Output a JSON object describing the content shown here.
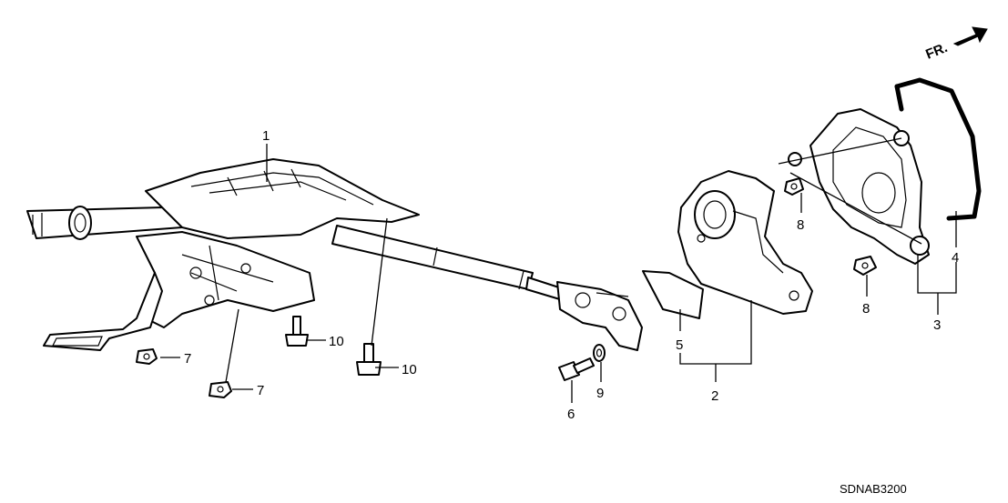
{
  "diagram": {
    "direction_label": "FR.",
    "drawing_code": "SDNAB3200",
    "callouts": [
      {
        "id": "c1",
        "label": "1"
      },
      {
        "id": "c2",
        "label": "2"
      },
      {
        "id": "c3",
        "label": "3"
      },
      {
        "id": "c4",
        "label": "4"
      },
      {
        "id": "c5",
        "label": "5"
      },
      {
        "id": "c6",
        "label": "6"
      },
      {
        "id": "c7a",
        "label": "7"
      },
      {
        "id": "c7b",
        "label": "7"
      },
      {
        "id": "c8a",
        "label": "8"
      },
      {
        "id": "c8b",
        "label": "8"
      },
      {
        "id": "c9",
        "label": "9"
      },
      {
        "id": "c10a",
        "label": "10"
      },
      {
        "id": "c10b",
        "label": "10"
      }
    ]
  }
}
